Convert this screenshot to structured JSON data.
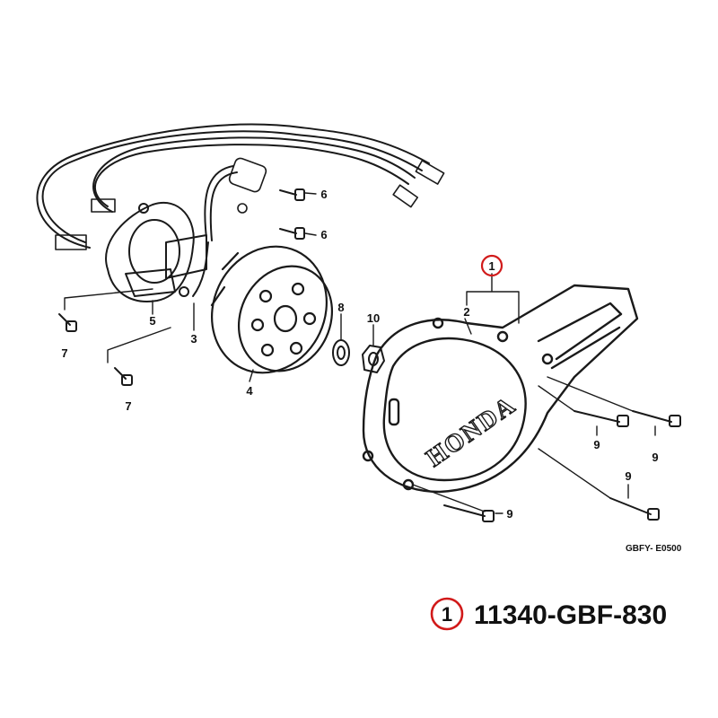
{
  "callouts": {
    "c1": "1",
    "c2": "2",
    "c3": "3",
    "c4": "4",
    "c5": "5",
    "c6a": "6",
    "c6b": "6",
    "c7a": "7",
    "c7b": "7",
    "c8": "8",
    "c9a": "9",
    "c9b": "9",
    "c9c": "9",
    "c9d": "9",
    "c10": "10"
  },
  "cover_brand": "HONDA",
  "figure_code": "GBFY- E0500",
  "part": {
    "ref_number": "1",
    "part_number": "11340-GBF-830"
  },
  "colors": {
    "highlight_ring": "#d11a1a",
    "ink": "#1a1a1a"
  }
}
